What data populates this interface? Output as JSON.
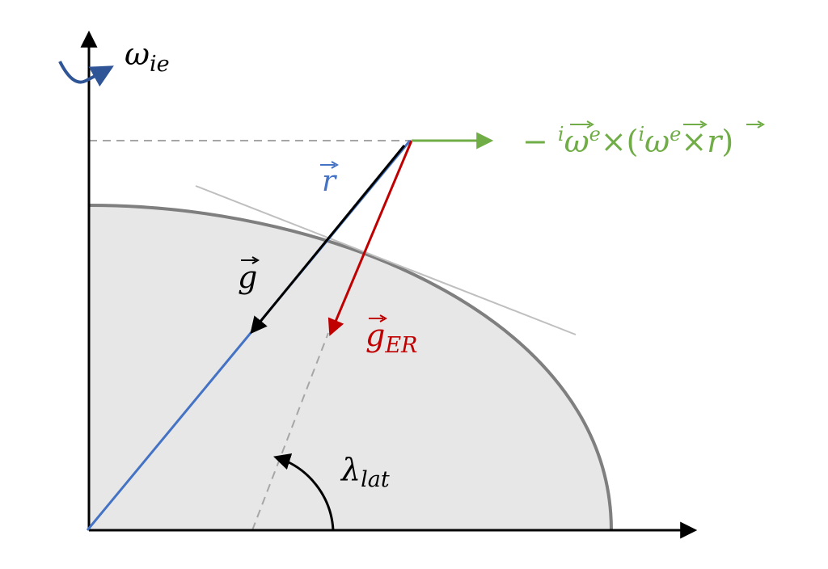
{
  "labels": {
    "omega_ie": {
      "base": "ω",
      "sub": "ie"
    },
    "r_vec": {
      "base": "r"
    },
    "g_vec": {
      "base": "g"
    },
    "g_er": {
      "base": "g",
      "sub": "ER"
    },
    "lambda_lat": {
      "base": "λ",
      "sub": "lat"
    },
    "centrifugal": {
      "prefix": "− ",
      "sup1": "i",
      "omega1": "ω",
      "sup2": "e",
      "times1": "×(",
      "sup3": "i",
      "omega2": "ω",
      "sup4": "e",
      "times2": "×",
      "r": "r",
      "close": ")"
    }
  },
  "colors": {
    "axis": "#000000",
    "earth_fill": "#e7e7e7",
    "earth_outline": "#7f7f7f",
    "tangent": "#bfbfbf",
    "dashed": "#a6a6a6",
    "r_vector": "#4472c4",
    "g_vector": "#000000",
    "g_er_vector": "#c00000",
    "centrifugal_vector": "#70ad47",
    "rotation_arrow": "#2f5597"
  }
}
